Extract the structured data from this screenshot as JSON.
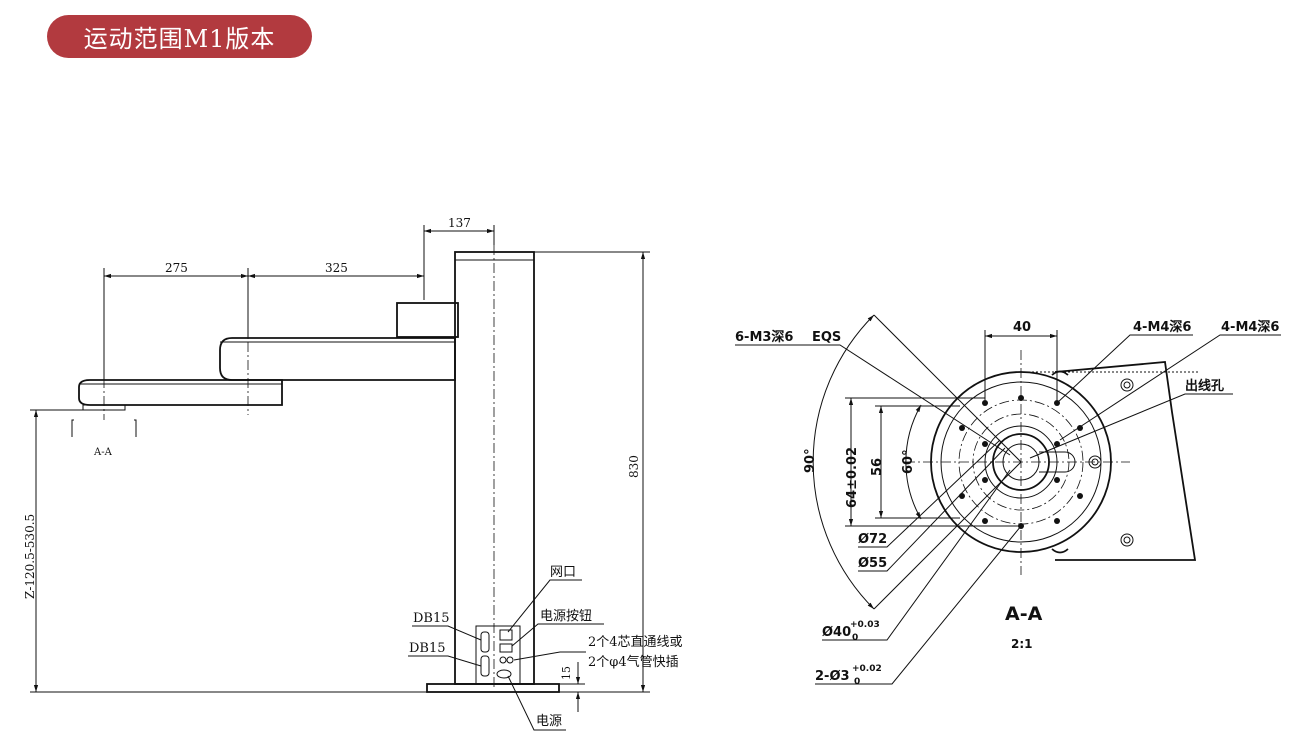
{
  "title": "运动范围M1版本",
  "side_view": {
    "dims": {
      "d137": "137",
      "d275": "275",
      "d325": "325",
      "d830": "830",
      "d15": "15",
      "z_range": "Z-120.5-530.5"
    },
    "section_mark": "A-A",
    "callouts": {
      "network_port": "网口",
      "power_button": "电源按钮",
      "db15_top": "DB15",
      "db15_bottom": "DB15",
      "air_line_1": "2个4芯直通线或",
      "air_line_2": "2个φ4气管快插",
      "power": "电源"
    }
  },
  "section_view": {
    "label": "A-A",
    "scale": "2:1",
    "dims": {
      "d40": "40",
      "d90deg": "90°",
      "d64": "64±0.02",
      "d56": "56",
      "d60deg": "60°",
      "d72": "Ø72",
      "d55": "Ø55",
      "d40h": "Ø40",
      "d40h_tol_up": "+0.03",
      "d40h_tol_low": "0",
      "d3h": "2-Ø3",
      "d3h_tol_up": "+0.02",
      "d3h_tol_low": "0"
    },
    "callouts": {
      "m3": "6-M3深6",
      "eqs": "EQS",
      "m4_a": "4-M4深6",
      "m4_b": "4-M4深6",
      "cable_hole": "出线孔"
    }
  }
}
